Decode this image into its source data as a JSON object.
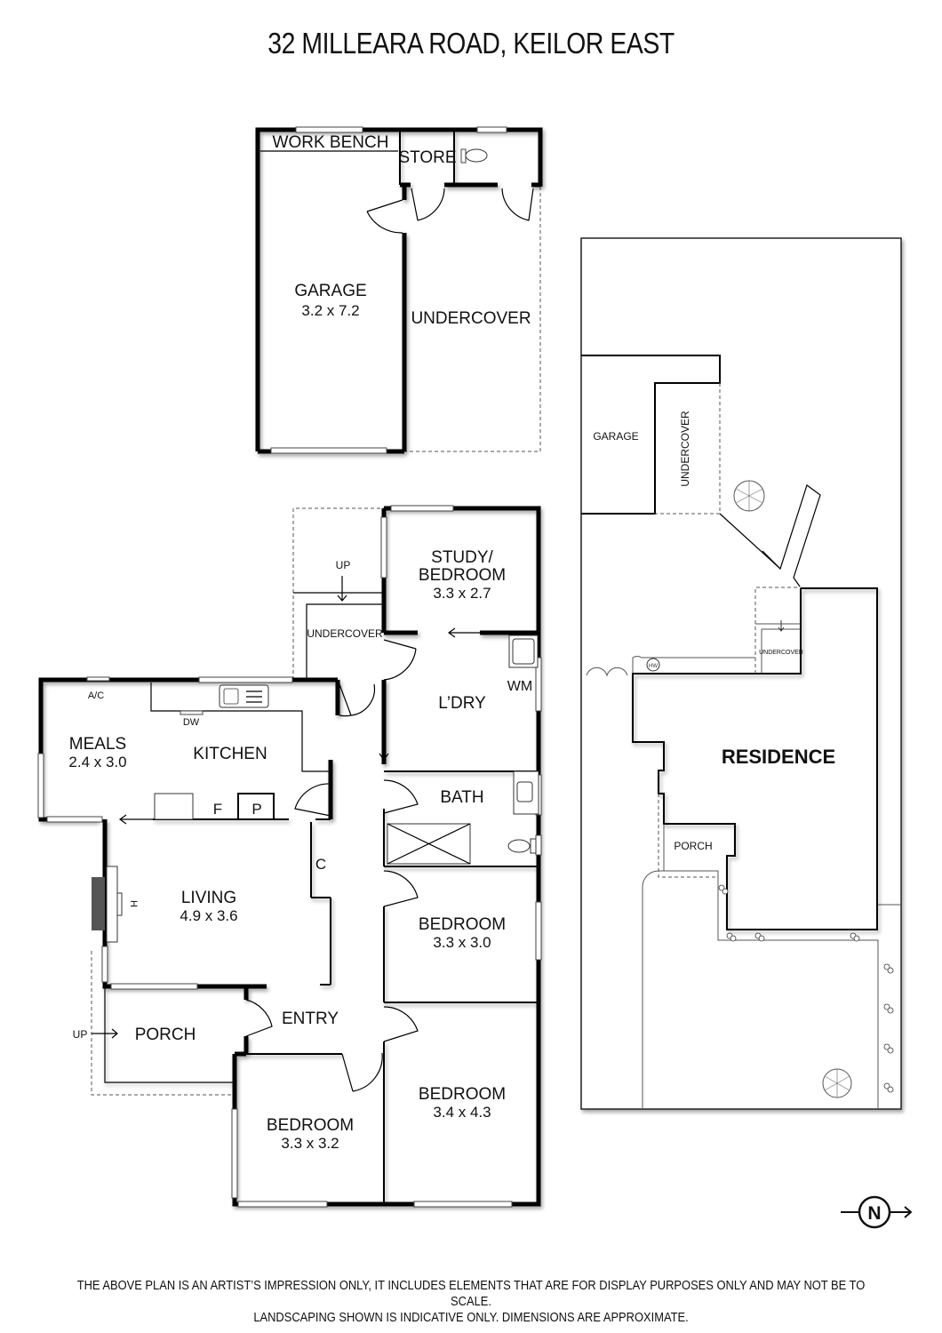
{
  "title": "32 MILLEARA ROAD, KEILOR EAST",
  "floor_plan": {
    "outbuilding": {
      "work_bench": "WORK BENCH",
      "store": "STORE",
      "garage": {
        "name": "GARAGE",
        "dims": "3.2 x 7.2"
      },
      "undercover": "UNDERCOVER"
    },
    "house": {
      "study_bedroom": {
        "name_line1": "STUDY/",
        "name_line2": "BEDROOM",
        "dims": "3.3 x 2.7"
      },
      "undercover": "UNDERCOVER",
      "up_top": "UP",
      "laundry": {
        "name": "L’DRY",
        "wm": "WM"
      },
      "meals": {
        "name": "MEALS",
        "dims": "2.4 x 3.0"
      },
      "kitchen": {
        "name": "KITCHEN",
        "ac": "A/C",
        "dw": "DW",
        "fridge": "F",
        "pantry": "P"
      },
      "bath": "BATH",
      "living": {
        "name": "LIVING",
        "dims": "4.9 x 3.6",
        "closet": "C",
        "heater": "H"
      },
      "bedroom_2": {
        "name": "BEDROOM",
        "dims": "3.3 x 3.0"
      },
      "entry": "ENTRY",
      "porch": "PORCH",
      "up_porch": "UP",
      "bedroom_3": {
        "name": "BEDROOM",
        "dims": "3.3 x 3.2"
      },
      "bedroom_1": {
        "name": "BEDROOM",
        "dims": "3.4 x 4.3"
      }
    }
  },
  "site_plan": {
    "garage": "GARAGE",
    "undercover": "UNDERCOVER",
    "undercover_small": "UNDERCOVER",
    "hot_water": "HW",
    "residence": "RESIDENCE",
    "porch": "PORCH"
  },
  "compass": {
    "label": "N"
  },
  "disclaimer": {
    "line1": "THE ABOVE PLAN IS AN ARTIST’S IMPRESSION ONLY, IT INCLUDES ELEMENTS THAT ARE FOR DISPLAY PURPOSES ONLY AND MAY NOT BE TO SCALE.",
    "line2": "LANDSCAPING SHOWN IS INDICATIVE ONLY. DIMENSIONS ARE APPROXIMATE."
  }
}
